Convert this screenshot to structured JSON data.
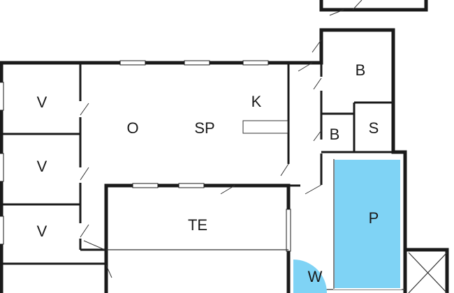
{
  "rooms": {
    "v1": "V",
    "v2": "V",
    "v3": "V",
    "o": "O",
    "sp": "SP",
    "k": "K",
    "te": "TE",
    "b_top": "B",
    "b_small": "B",
    "s": "S",
    "p": "P",
    "w": "W"
  },
  "colors": {
    "wall": "#1a1a1a",
    "pool": "#7fd3f5",
    "spa": "#7fd3f5",
    "floor": "#ffffff"
  }
}
